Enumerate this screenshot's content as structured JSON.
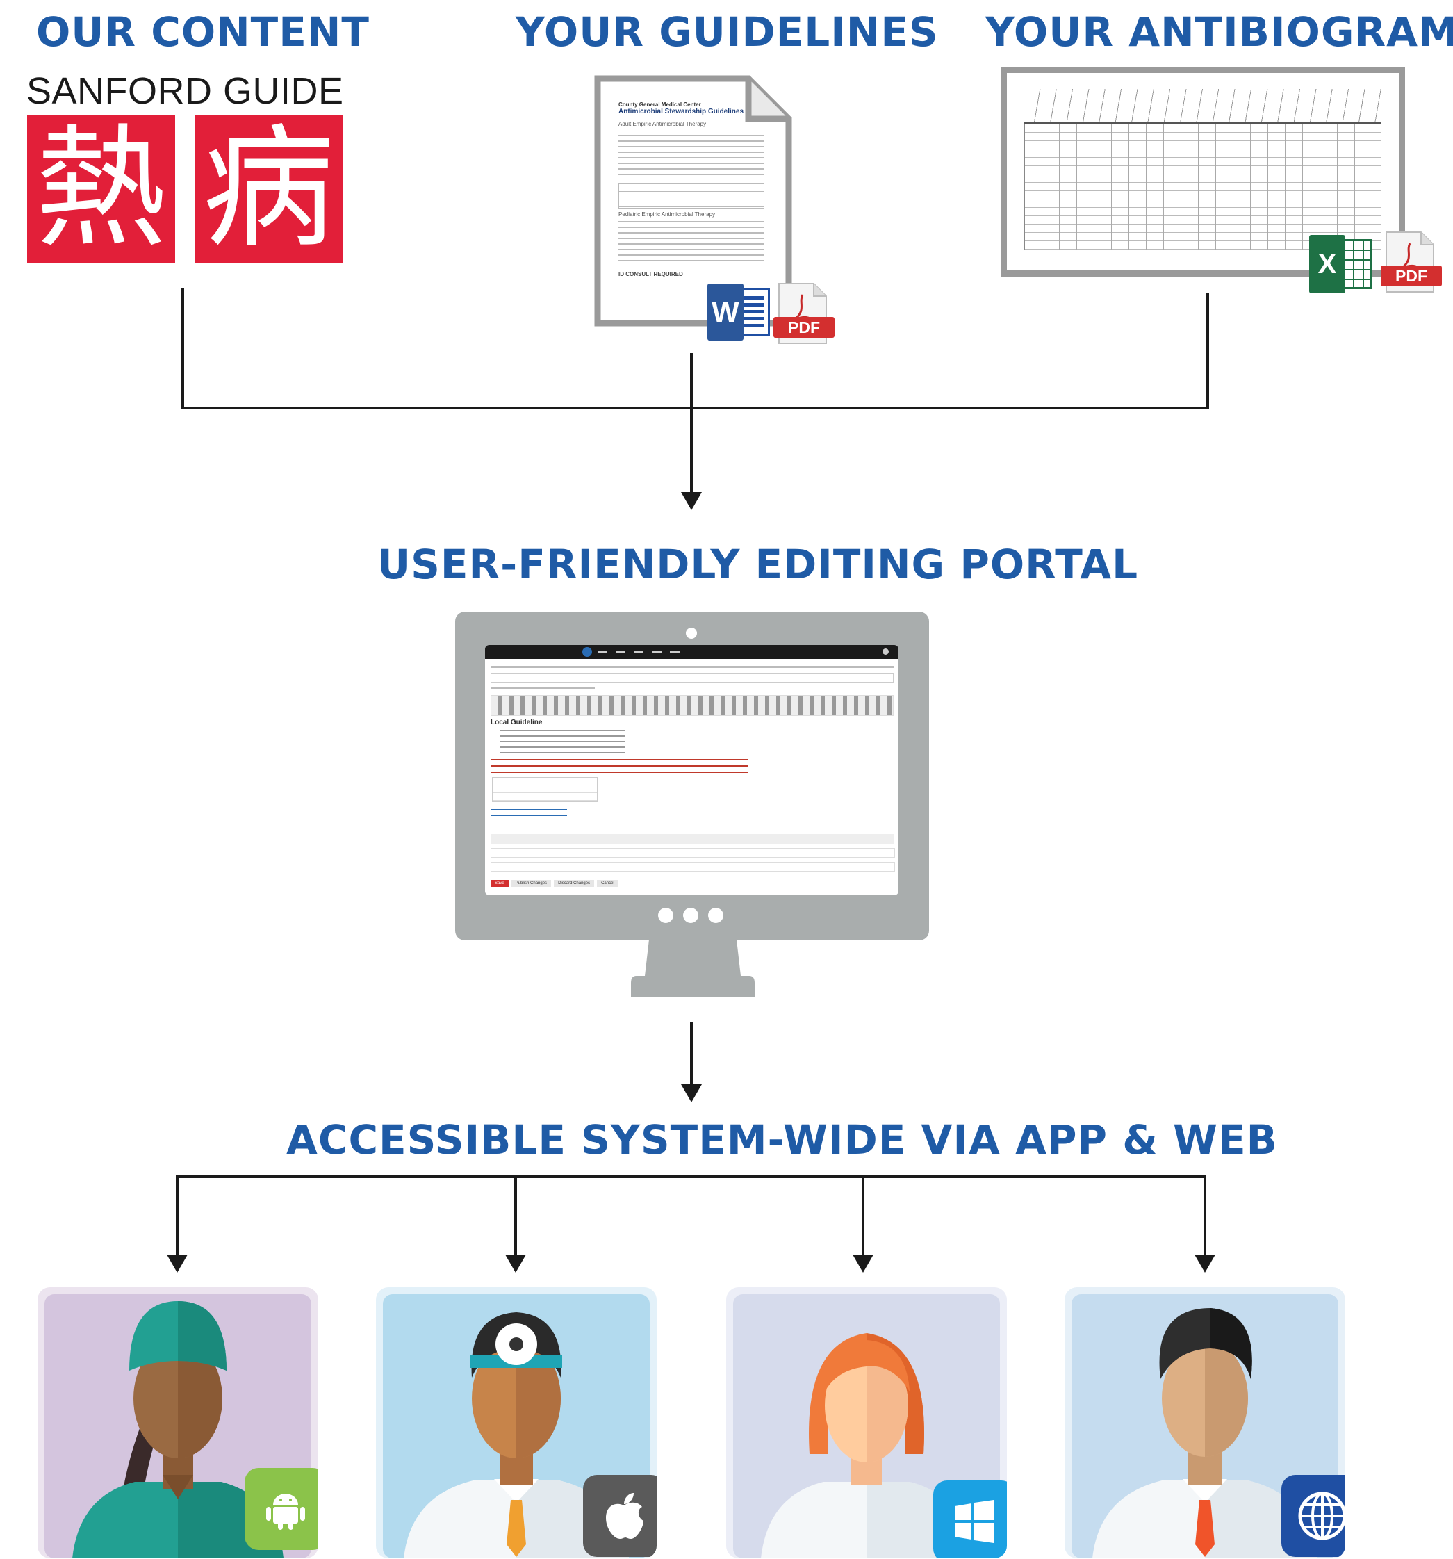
{
  "headings": {
    "our_content": "OUR CONTENT",
    "your_guidelines": "YOUR GUIDELINES",
    "your_antibiograms": "YOUR ANTIBIOGRAMS",
    "editing_portal": "USER-FRIENDLY EDITING PORTAL",
    "accessible": "ACCESSIBLE SYSTEM-WIDE VIA APP & WEB"
  },
  "sanford": {
    "wordmark": "SANFORD GUIDE",
    "kanji_left": "熱",
    "kanji_right": "病"
  },
  "file_badges": {
    "pdf": "PDF",
    "word": "W",
    "excel": "X"
  },
  "guideline_doc": {
    "org": "County General Medical Center",
    "title": "Antimicrobial Stewardship Guidelines",
    "section1": "Adult Empiric Antimicrobial Therapy",
    "section2": "Pediatric Empiric Antimicrobial Therapy",
    "footer": "ID CONSULT REQUIRED"
  },
  "portal": {
    "section_title": "Local Guideline",
    "buttons": [
      "Save",
      "Publish Changes",
      "Discard Changes",
      "Cancel"
    ]
  },
  "users": [
    {
      "name": "surgeon",
      "platform": "android"
    },
    {
      "name": "doctor-head-mirror",
      "platform": "apple"
    },
    {
      "name": "nurse",
      "platform": "windows"
    },
    {
      "name": "physician",
      "platform": "web"
    }
  ],
  "colors": {
    "heading_blue": "#1f5ba6",
    "sanford_red": "#e21f39",
    "android_green": "#8bc34a",
    "apple_gray": "#5a5a5a",
    "windows_blue": "#1ba1e2",
    "web_blue": "#1f4fa3"
  }
}
